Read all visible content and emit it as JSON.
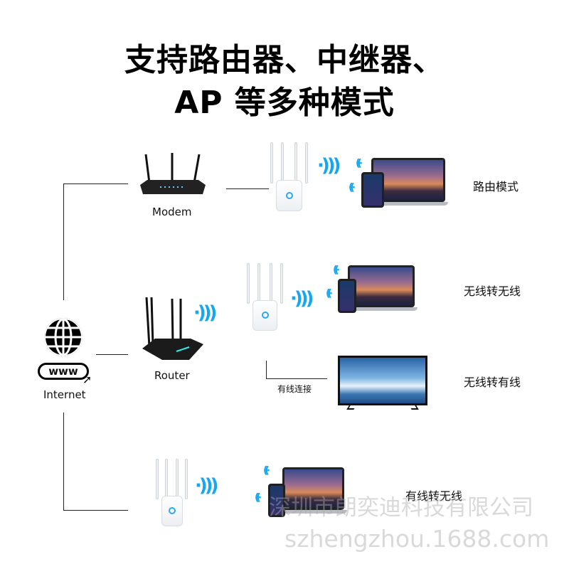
{
  "title": {
    "line1": "支持路由器、中继器、",
    "line2": "AP 等多种模式"
  },
  "labels": {
    "modem": "Modem",
    "router": "Router",
    "internet": "Internet",
    "www": "www",
    "wired_connection": "有线连接"
  },
  "modes": [
    {
      "label": "路由模式"
    },
    {
      "label": "无线转无线"
    },
    {
      "label": "无线转有线"
    },
    {
      "label": "有线转无线"
    }
  ],
  "watermark": {
    "company": "深圳市朗奕迪科技有限公司",
    "site": "szhengzhou.1688.com"
  },
  "colors": {
    "accent": "#17a6f0",
    "line": "#222222"
  }
}
